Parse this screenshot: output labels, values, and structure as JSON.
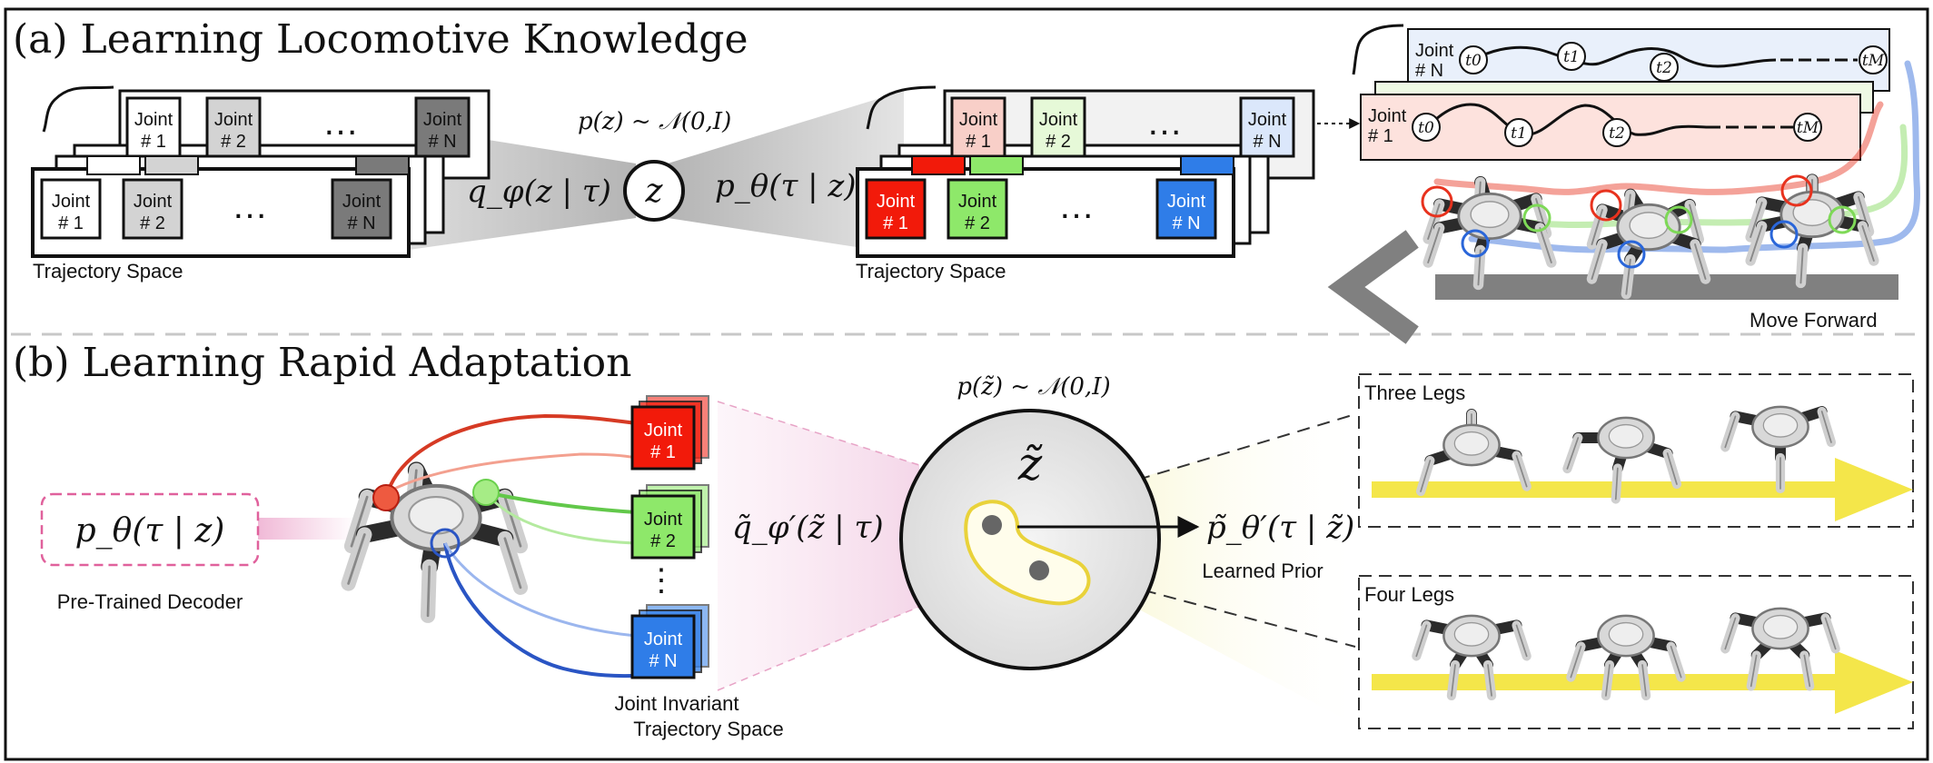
{
  "panel_a": {
    "title": "(a) Learning Locomotive Knowledge",
    "enc_cards": [
      {
        "l1": "Joint",
        "l2": "# 1",
        "color": "#ffffff"
      },
      {
        "l1": "Joint",
        "l2": "# 2",
        "color": "#d3d3d3"
      },
      {
        "l1": "Joint",
        "l2": "# N",
        "color": "#7a7a7a"
      }
    ],
    "dec_cards": [
      {
        "l1": "Joint",
        "l2": "# 1",
        "color": "#f21a0a"
      },
      {
        "l1": "Joint",
        "l2": "# 2",
        "color": "#8ee86a"
      },
      {
        "l1": "Joint",
        "l2": "# N",
        "color": "#2f7de8"
      }
    ],
    "dec_back_cards": [
      {
        "l1": "Joint",
        "l2": "# 1",
        "color": "#f8cfc8"
      },
      {
        "l1": "Joint",
        "l2": "# 2",
        "color": "#e6f9d8"
      },
      {
        "l1": "Joint",
        "l2": "# N",
        "color": "#dbe7fb"
      }
    ],
    "ellipsis": "…",
    "traj_space": "Trajectory Space",
    "prior": "p(z) ~ 𝒩(0,I)",
    "encoder": "q_φ(z | τ)",
    "decoder": "p_θ(τ | z)",
    "latent": "z",
    "wave_front": {
      "joint": "Joint",
      "id": "# 1"
    },
    "wave_back": {
      "joint": "Joint",
      "id": "# N"
    },
    "wave_nodes": [
      "t0",
      "t1",
      "t2",
      "tM"
    ],
    "move_forward": "Move Forward"
  },
  "panel_b": {
    "title": "(b) Learning Rapid Adaptation",
    "pretrained_box": "p_θ(τ | z)",
    "pretrained_label": "Pre-Trained Decoder",
    "cards": [
      {
        "l1": "Joint",
        "l2": "# 1",
        "color": "#f21a0a"
      },
      {
        "l1": "Joint",
        "l2": "# 2",
        "color": "#8ee86a"
      },
      {
        "l1": "Joint",
        "l2": "# N",
        "color": "#2f7de8"
      }
    ],
    "vdots": "⋮",
    "ji_label_1": "Joint Invariant",
    "ji_label_2": "Trajectory Space",
    "encoder": "q̃_φ′(z̃ | τ)",
    "prior": "p(z̃) ~ 𝒩(0,I)",
    "latent": "z̃",
    "learned_prior_formula": "p̃_θ′(τ | z̃)",
    "learned_prior_label": "Learned Prior",
    "three_legs": "Three Legs",
    "four_legs": "Four Legs"
  },
  "colors": {
    "red": "#e8321e",
    "green": "#7ed957",
    "blue": "#2a66d9",
    "yellow_arrow": "#f4e64a",
    "pink_dash": "#e0619c",
    "gray_arrow": "#808080"
  }
}
